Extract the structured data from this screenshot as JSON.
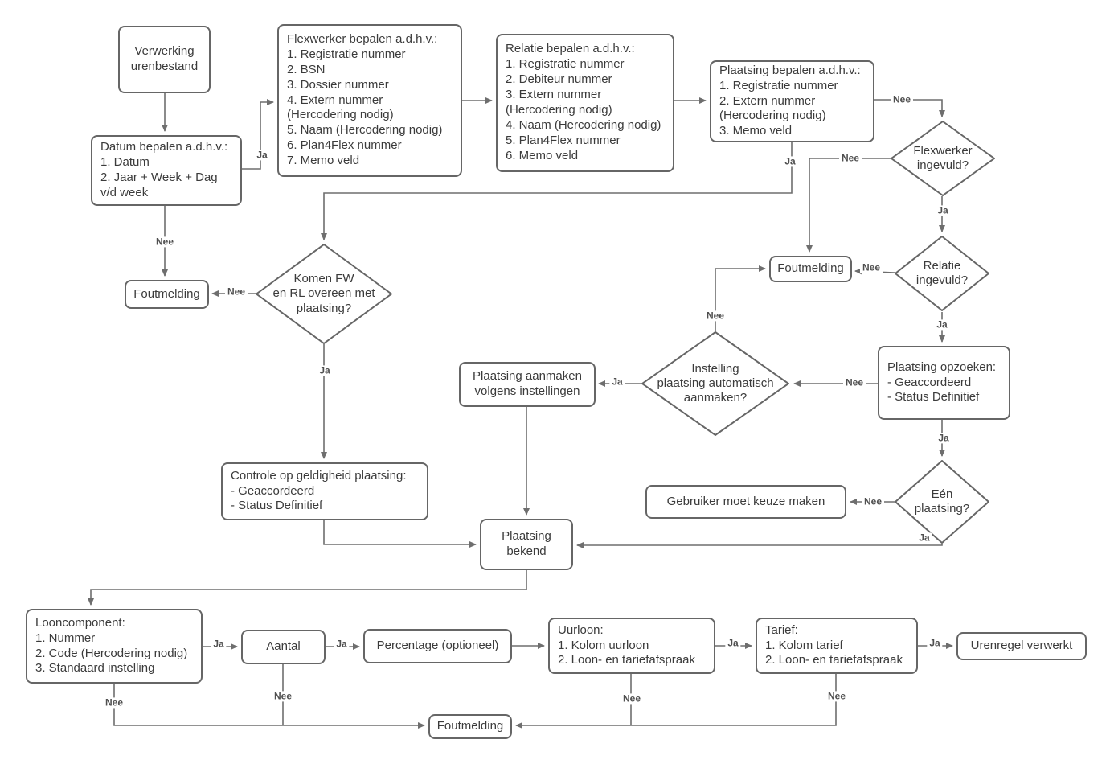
{
  "diagram": {
    "colors": {
      "background": "#ffffff",
      "node_fill": "#ffffff",
      "node_border": "#666666",
      "node_text": "#3b3b3b",
      "connector": "#6e6e6e",
      "edge_label_text": "#4f4f4f"
    },
    "nodes": {
      "verwerking": {
        "text": "Verwerking\nurenbestand"
      },
      "datum": {
        "text": "Datum bepalen a.d.h.v.:\n1. Datum\n2. Jaar + Week + Dag\nv/d week"
      },
      "flexwerker": {
        "text": "Flexwerker bepalen a.d.h.v.:\n1. Registratie nummer\n2. BSN\n3. Dossier nummer\n4. Extern nummer\n(Hercodering nodig)\n5. Naam (Hercodering nodig)\n6. Plan4Flex nummer\n7. Memo veld"
      },
      "relatie": {
        "text": "Relatie bepalen a.d.h.v.:\n1. Registratie nummer\n2. Debiteur nummer\n3. Extern nummer\n(Hercodering nodig)\n4. Naam (Hercodering nodig)\n5. Plan4Flex nummer\n6. Memo veld"
      },
      "plaatsing_bepalen": {
        "text": "Plaatsing bepalen a.d.h.v.:\n1. Registratie nummer\n2. Extern nummer\n(Hercodering nodig)\n3. Memo veld"
      },
      "flexwerker_ingevuld": {
        "text": "Flexwerker\ningevuld?"
      },
      "relatie_ingevuld": {
        "text": "Relatie\ningevuld?"
      },
      "foutmelding_left": {
        "text": "Foutmelding"
      },
      "foutmelding_right": {
        "text": "Foutmelding"
      },
      "foutmelding_bottom": {
        "text": "Foutmelding"
      },
      "komen_fw": {
        "text": "Komen FW\nen RL overeen met\nplaatsing?"
      },
      "instelling": {
        "text": "Instelling\nplaatsing automatisch\naanmaken?"
      },
      "plaatsing_aanmaken": {
        "text": "Plaatsing aanmaken\nvolgens instellingen"
      },
      "plaatsing_opzoeken": {
        "text": "Plaatsing opzoeken:\n- Geaccordeerd\n- Status Definitief"
      },
      "controle": {
        "text": "Controle op geldigheid plaatsing:\n- Geaccordeerd\n- Status Definitief"
      },
      "gebruiker": {
        "text": "Gebruiker moet keuze maken"
      },
      "een_plaatsing": {
        "text": "Eén\nplaatsing?"
      },
      "plaatsing_bekend": {
        "text": "Plaatsing\nbekend"
      },
      "looncomponent": {
        "text": "Looncomponent:\n1. Nummer\n2. Code (Hercodering nodig)\n3. Standaard instelling"
      },
      "aantal": {
        "text": "Aantal"
      },
      "percentage": {
        "text": "Percentage (optioneel)"
      },
      "uurloon": {
        "text": "Uurloon:\n1. Kolom uurloon\n2. Loon- en tariefafspraak"
      },
      "tarief": {
        "text": "Tarief:\n1. Kolom tarief\n2. Loon- en tariefafspraak"
      },
      "urenregel": {
        "text": "Urenregel verwerkt"
      }
    },
    "edge_labels": [
      {
        "text": "Ja"
      },
      {
        "text": "Ja"
      },
      {
        "text": "Nee"
      },
      {
        "text": "Nee"
      },
      {
        "text": "Ja"
      },
      {
        "text": "Nee"
      },
      {
        "text": "Ja"
      },
      {
        "text": "Nee"
      },
      {
        "text": "Nee"
      },
      {
        "text": "Ja"
      },
      {
        "text": "Nee"
      },
      {
        "text": "Ja"
      },
      {
        "text": "Nee"
      },
      {
        "text": "Ja"
      },
      {
        "text": "Nee"
      },
      {
        "text": "Ja"
      },
      {
        "text": "Ja"
      },
      {
        "text": "Ja"
      },
      {
        "text": "Ja"
      },
      {
        "text": "Ja"
      },
      {
        "text": "Nee"
      },
      {
        "text": "Nee"
      },
      {
        "text": "Nee"
      },
      {
        "text": "Nee"
      }
    ],
    "edges": [
      {
        "from": "verwerking",
        "to": "datum",
        "label": ""
      },
      {
        "from": "datum",
        "to": "flexwerker",
        "label": "Ja"
      },
      {
        "from": "datum",
        "to": "foutmelding_left",
        "label": "Nee"
      },
      {
        "from": "flexwerker",
        "to": "relatie",
        "label": ""
      },
      {
        "from": "relatie",
        "to": "plaatsing_bepalen",
        "label": ""
      },
      {
        "from": "plaatsing_bepalen",
        "to": "flexwerker_ingevuld",
        "label": "Nee"
      },
      {
        "from": "plaatsing_bepalen",
        "to": "komen_fw",
        "label": "Ja"
      },
      {
        "from": "flexwerker_ingevuld",
        "to": "foutmelding_right",
        "label": "Nee"
      },
      {
        "from": "flexwerker_ingevuld",
        "to": "relatie_ingevuld",
        "label": "Ja"
      },
      {
        "from": "relatie_ingevuld",
        "to": "foutmelding_right",
        "label": "Nee"
      },
      {
        "from": "relatie_ingevuld",
        "to": "plaatsing_opzoeken",
        "label": "Ja"
      },
      {
        "from": "plaatsing_opzoeken",
        "to": "instelling",
        "label": "Nee"
      },
      {
        "from": "plaatsing_opzoeken",
        "to": "een_plaatsing",
        "label": "Ja"
      },
      {
        "from": "instelling",
        "to": "foutmelding_right",
        "label": "Nee"
      },
      {
        "from": "instelling",
        "to": "plaatsing_aanmaken",
        "label": "Ja"
      },
      {
        "from": "plaatsing_aanmaken",
        "to": "plaatsing_bekend",
        "label": ""
      },
      {
        "from": "komen_fw",
        "to": "foutmelding_left",
        "label": "Nee"
      },
      {
        "from": "komen_fw",
        "to": "controle",
        "label": "Ja"
      },
      {
        "from": "controle",
        "to": "plaatsing_bekend",
        "label": ""
      },
      {
        "from": "een_plaatsing",
        "to": "gebruiker",
        "label": "Nee"
      },
      {
        "from": "een_plaatsing",
        "to": "plaatsing_bekend",
        "label": "Ja"
      },
      {
        "from": "plaatsing_bekend",
        "to": "looncomponent",
        "label": ""
      },
      {
        "from": "looncomponent",
        "to": "aantal",
        "label": "Ja"
      },
      {
        "from": "looncomponent",
        "to": "foutmelding_bottom",
        "label": "Nee"
      },
      {
        "from": "aantal",
        "to": "percentage",
        "label": "Ja"
      },
      {
        "from": "aantal",
        "to": "foutmelding_bottom",
        "label": "Nee"
      },
      {
        "from": "percentage",
        "to": "uurloon",
        "label": ""
      },
      {
        "from": "uurloon",
        "to": "tarief",
        "label": "Ja"
      },
      {
        "from": "uurloon",
        "to": "foutmelding_bottom",
        "label": "Nee"
      },
      {
        "from": "tarief",
        "to": "urenregel",
        "label": "Ja"
      },
      {
        "from": "tarief",
        "to": "foutmelding_bottom",
        "label": "Nee"
      }
    ]
  }
}
